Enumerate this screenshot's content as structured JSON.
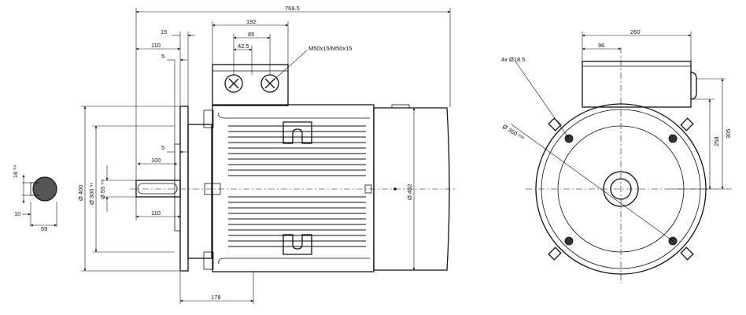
{
  "dimensions": {
    "overall_length": "769.5",
    "terminal_box_length": "192",
    "terminal_inner_spacing": "85",
    "terminal_small_spacing": "42.5",
    "cable_gland": "M50x15/M50x15",
    "flange_offset_15": "15",
    "shaft_length_110_top": "110",
    "spigot_5_top": "5",
    "spigot_5_mid": "5",
    "keyway_length": "100",
    "shaft_length_110_bottom": "110",
    "flange_to_foot": "178",
    "flange_diameter": "Ø 400",
    "spigot_diameter": "Ø 300 ʰ⁶",
    "shaft_diameter": "Ø 55 ᵐ⁶",
    "frame_diameter": "Ø 402",
    "key_height": "16 ʰ⁹",
    "key_side": "10",
    "key_depth": "59",
    "end_width": "260",
    "end_offset": "96",
    "bolt_holes": "4x Ø18.5",
    "pcd": "Ø 350 ᵐᵐ",
    "height_305": "305",
    "height_258": "258"
  }
}
